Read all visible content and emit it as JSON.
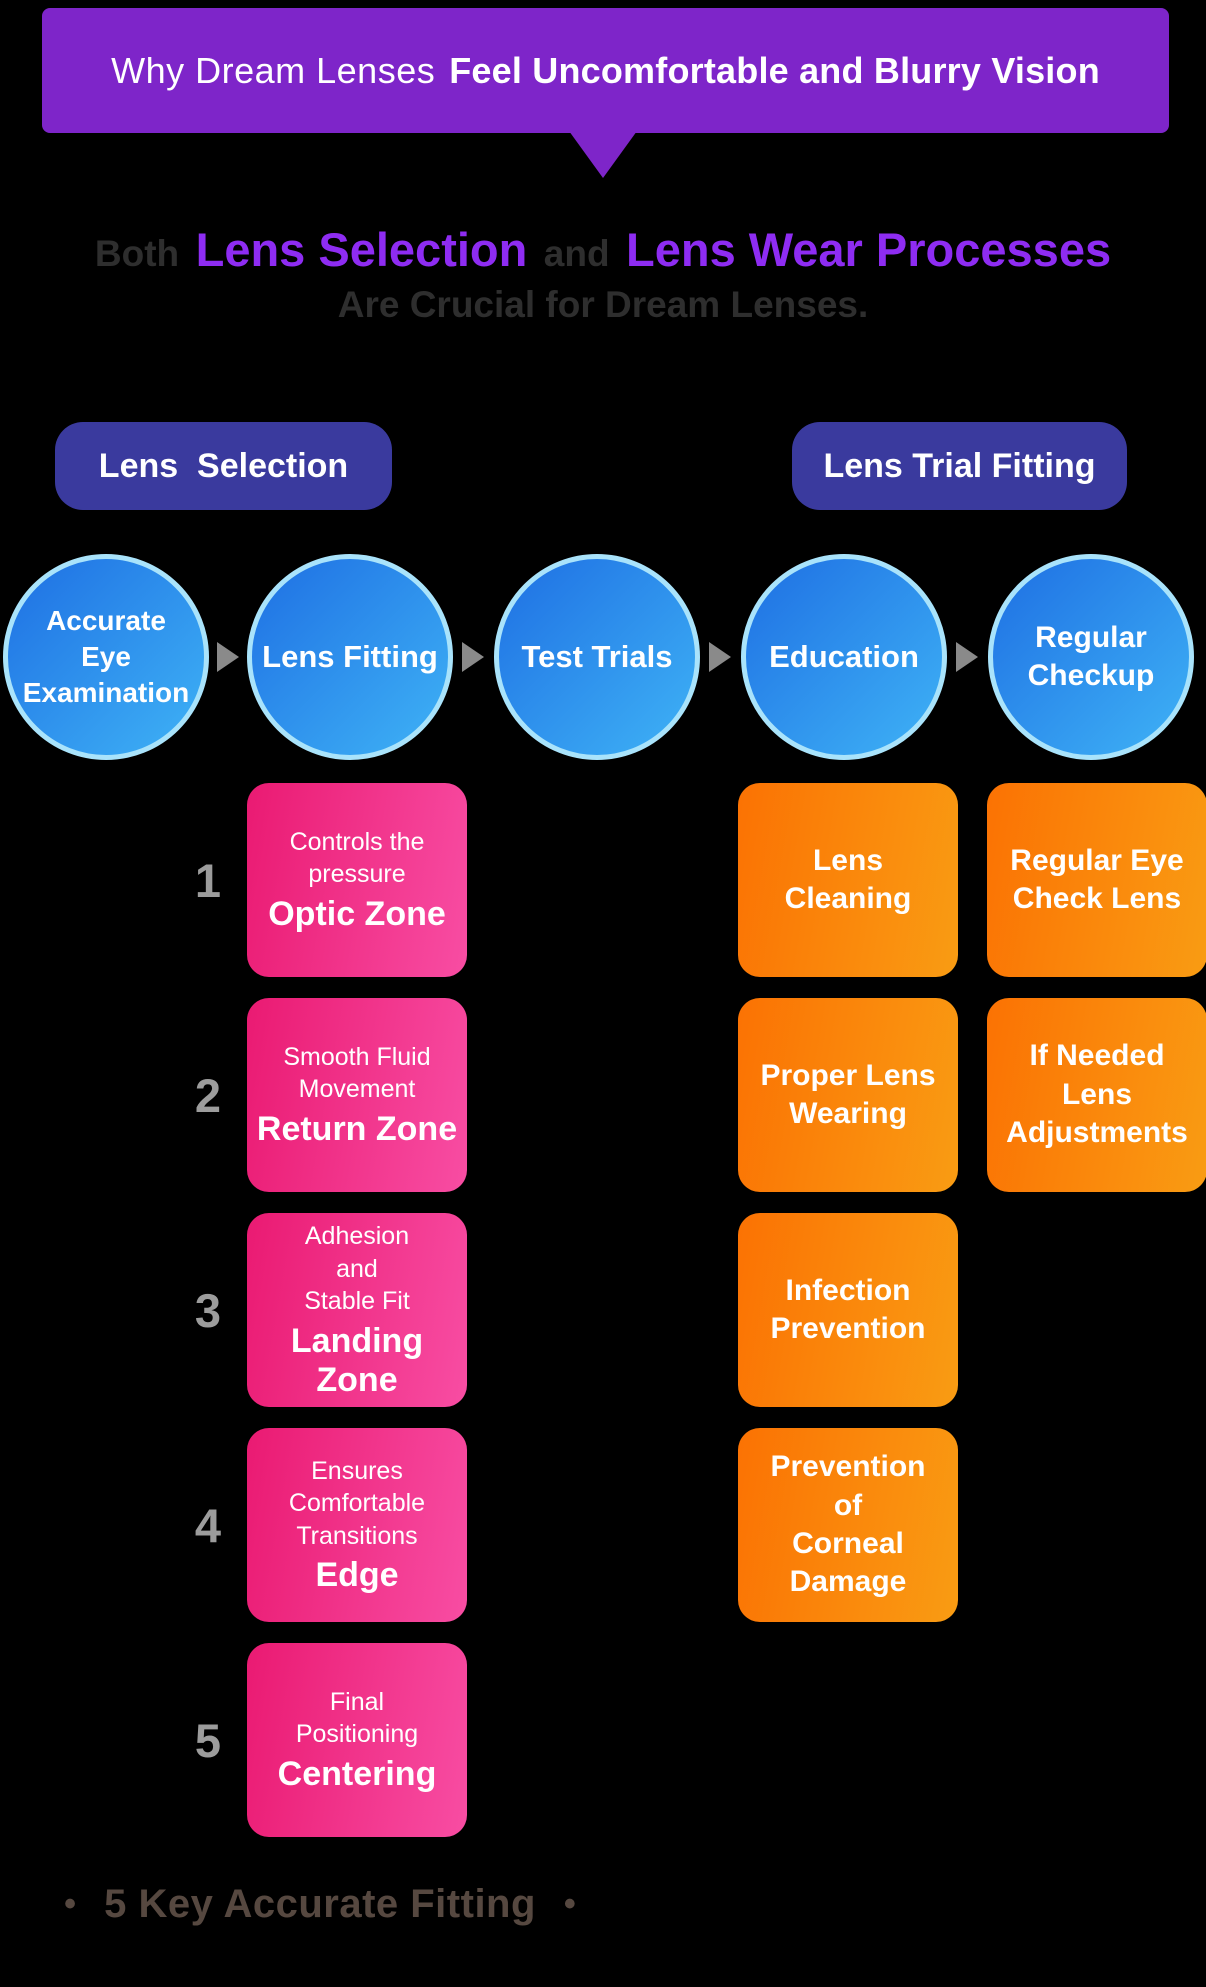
{
  "colors": {
    "background": "#000000",
    "banner_purple": "#7e25c9",
    "accent_purple": "#8e2cf2",
    "pill_indigo": "#3a3a9e",
    "circle_blue_start": "#1e6fe3",
    "circle_blue_end": "#3fb3f6",
    "circle_border": "#a9e3fb",
    "pink_start": "#ea1a72",
    "pink_end": "#f84da3",
    "orange_start": "#fb7203",
    "orange_end": "#f99c13",
    "muted_gray": "#2e2e2e",
    "number_gray": "#9c9c9c",
    "footer_brown": "#564840",
    "arrow_gray": "#8a8a8a"
  },
  "banner": {
    "title_regular": "Why Dream Lenses",
    "title_bold": "Feel Uncomfortable and Blurry Vision"
  },
  "subtitle": {
    "word_both": "Both",
    "highlight_selection": "Lens Selection",
    "word_and": "and",
    "highlight_wear": "Lens Wear Processes",
    "line2": "Are Crucial for Dream Lenses."
  },
  "pills": {
    "left": "Lens  Selection",
    "right": "Lens Trial Fitting"
  },
  "circles": [
    "Accurate\nEye\nExamination",
    "Lens Fitting",
    "Test Trials",
    "Education",
    "Regular\nCheckup"
  ],
  "lens_fitting_steps": [
    {
      "number": "1",
      "desc": "Controls the\npressure",
      "title": "Optic Zone"
    },
    {
      "number": "2",
      "desc": "Smooth Fluid\nMovement",
      "title": "Return Zone"
    },
    {
      "number": "3",
      "desc": "Adhesion\nand\nStable Fit",
      "title": "Landing Zone"
    },
    {
      "number": "4",
      "desc": "Ensures\nComfortable\nTransitions",
      "title": "Edge"
    },
    {
      "number": "5",
      "desc": "Final\nPositioning",
      "title": "Centering"
    }
  ],
  "education_items": [
    "Lens\nCleaning",
    "Proper Lens\nWearing",
    "Infection\nPrevention",
    "Prevention\nof\nCorneal\nDamage"
  ],
  "checkup_items": [
    "Regular Eye\nCheck Lens",
    "If Needed\nLens\nAdjustments"
  ],
  "footer": {
    "bullet": "•",
    "text": "5 Key Accurate Fitting"
  }
}
